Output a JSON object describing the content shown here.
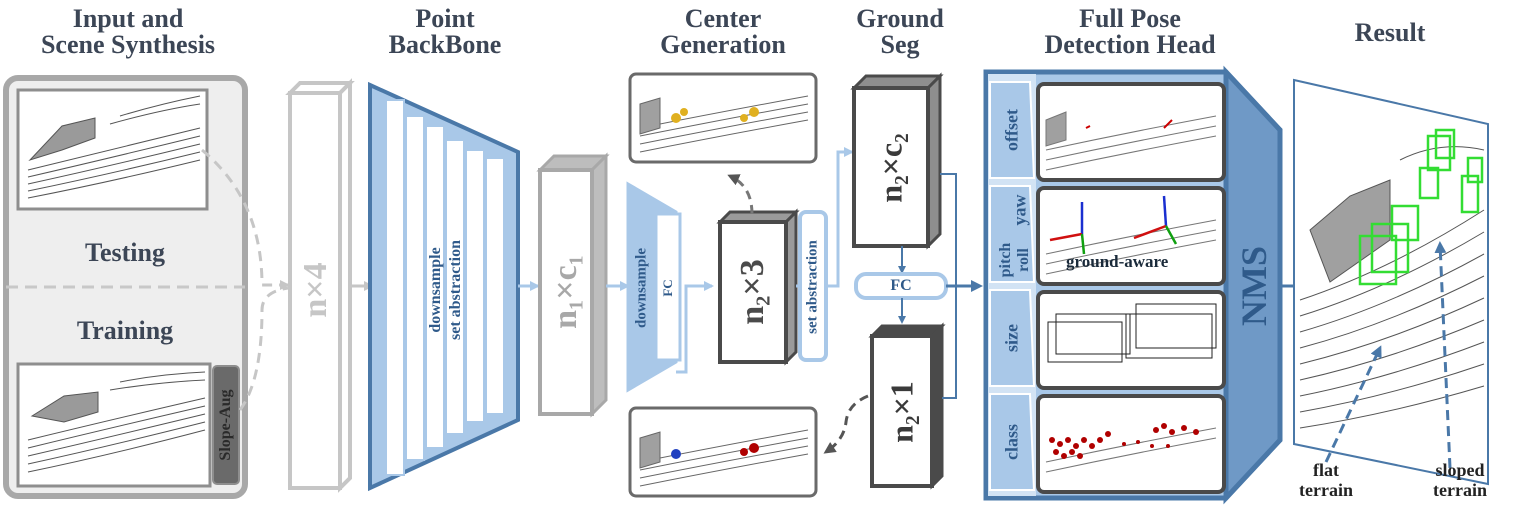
{
  "headers": {
    "input": [
      "Input and",
      "Scene Synthesis"
    ],
    "backbone": [
      "Point",
      "BackBone"
    ],
    "center": [
      "Center",
      "Generation"
    ],
    "ground": [
      "Ground",
      "Seg"
    ],
    "head": [
      "Full Pose",
      "Detection Head"
    ],
    "result": "Result"
  },
  "input_panel": {
    "testing": "Testing",
    "training": "Training",
    "slope_aug": "Slope-Aug"
  },
  "tensors": {
    "n4": "n×4",
    "n1c1": "n₁×c₁",
    "n2x3": "n₂×3",
    "n2c2": "n₂×c₂",
    "n2x1": "n₂×1"
  },
  "backbone": {
    "line1": "downsample",
    "line2": "set abstraction"
  },
  "center_gen": {
    "downsample": "downsample",
    "fc": "FC",
    "set_abstraction": "set abstraction"
  },
  "ground_seg": {
    "fc": "FC"
  },
  "head": {
    "rows": [
      {
        "label": "offset"
      },
      {
        "label": "yaw",
        "label2": "pitch",
        "label3": "roll",
        "note": "ground-aware"
      },
      {
        "label": "size"
      },
      {
        "label": "class"
      }
    ],
    "nms": "NMS"
  },
  "result": {
    "flat": [
      "flat",
      "terrain"
    ],
    "sloped": [
      "sloped",
      "terrain"
    ]
  },
  "colors": {
    "header_text": "#3c4656",
    "gray_block": "#a8a8a8",
    "dark_block": "#4a4a4a",
    "blue_dark": "#4a78a8",
    "blue_light": "#a9c8e8",
    "blue_pale": "#d2e3f4",
    "detect_green": "#33dd33",
    "center_yellow": "#e0b020",
    "seg_red": "#b00000"
  }
}
